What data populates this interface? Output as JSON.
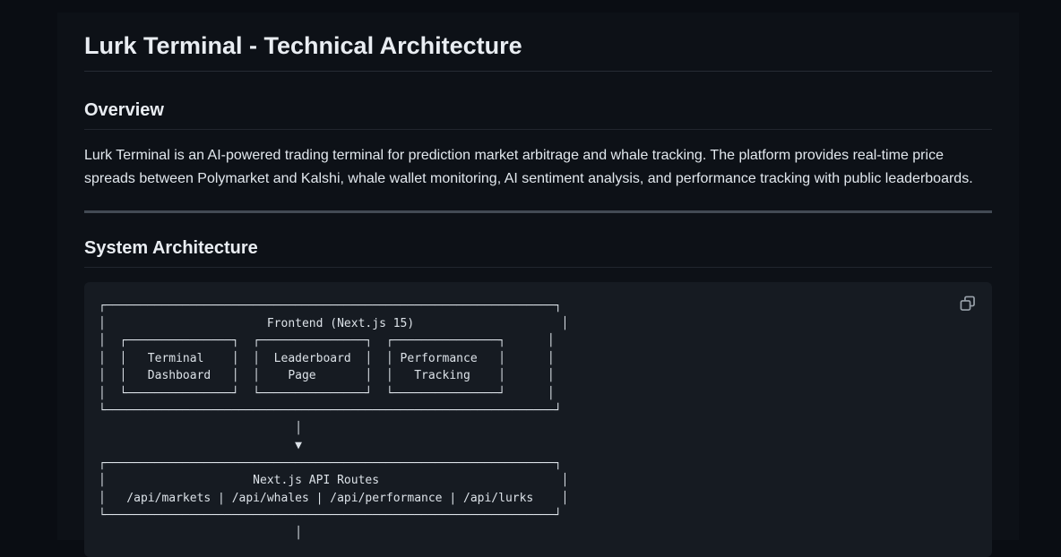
{
  "document": {
    "title": "Lurk Terminal - Technical Architecture",
    "overview": {
      "heading": "Overview",
      "text": "Lurk Terminal is an AI-powered trading terminal for prediction market arbitrage and whale tracking. The platform provides real-time price spreads between Polymarket and Kalshi, whale wallet monitoring, AI sentiment analysis, and performance tracking with public leaderboards."
    },
    "system_architecture": {
      "heading": "System Architecture",
      "diagram_lines": [
        "┌────────────────────────────────────────────────────────────────┐",
        "│                       Frontend (Next.js 15)                     │",
        "│  ┌───────────────┐  ┌───────────────┐  ┌───────────────┐      │",
        "│  │   Terminal    │  │  Leaderboard  │  │ Performance   │      │",
        "│  │   Dashboard   │  │    Page       │  │   Tracking    │      │",
        "│  └───────────────┘  └───────────────┘  └───────────────┘      │",
        "└────────────────────────────────────────────────────────────────┘",
        "                            │",
        "                            ▼",
        "┌────────────────────────────────────────────────────────────────┐",
        "│                     Next.js API Routes                          │",
        "│   /api/markets | /api/whales | /api/performance | /api/lurks    │",
        "└────────────────────────────────────────────────────────────────┘",
        "                            │"
      ]
    }
  },
  "icons": {
    "copy": "copy-icon"
  },
  "colors": {
    "page_bg": "#0a0d13",
    "content_bg": "#0d1117",
    "code_bg": "#161b22",
    "heading_text": "#e9edf2",
    "body_text": "#e2e8ee",
    "code_text": "#dce2e8",
    "heading_border": "#262c34",
    "thick_divider": "#424a54",
    "copy_icon": "#99a1aa"
  }
}
